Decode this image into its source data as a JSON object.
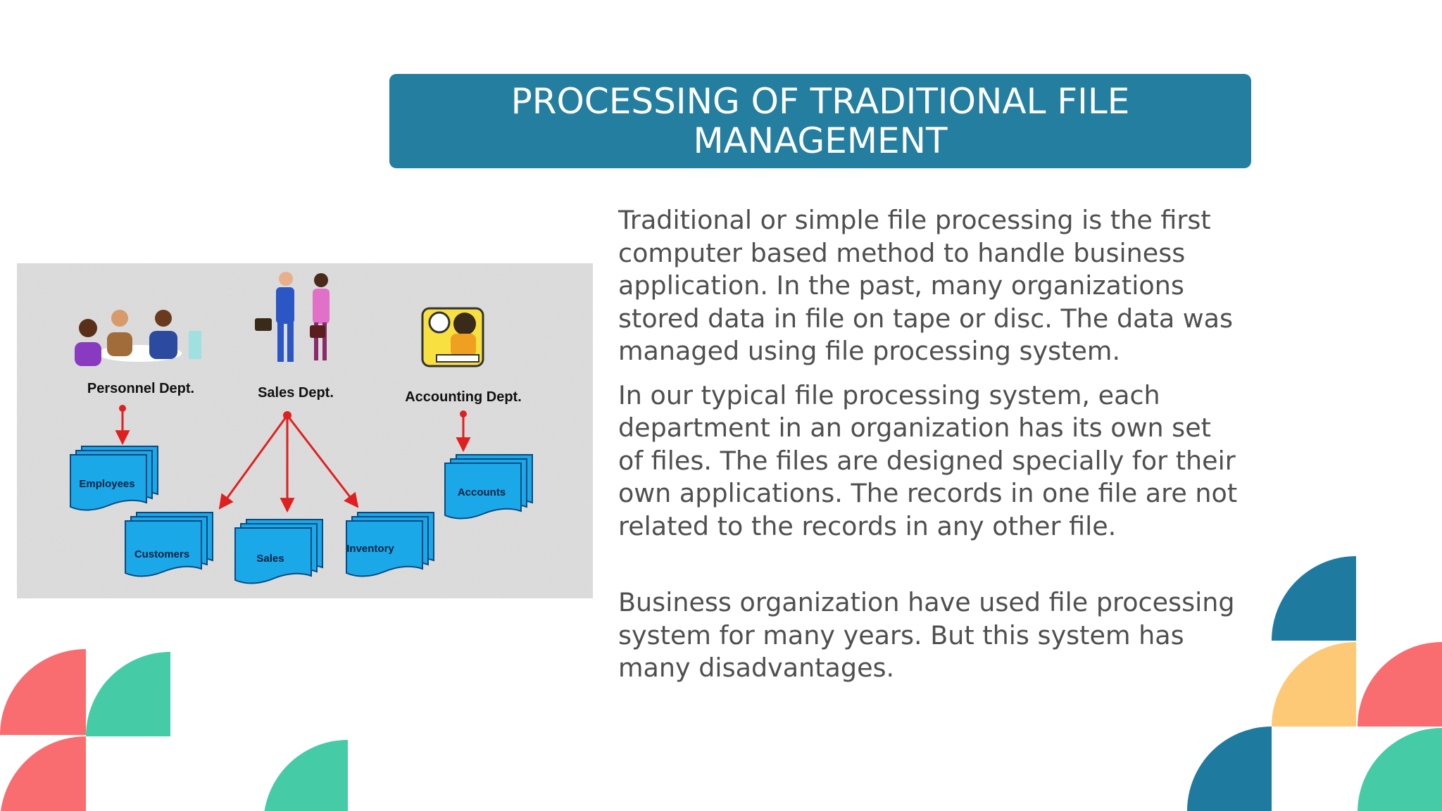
{
  "slide": {
    "title": "PROCESSING OF TRADITIONAL FILE MANAGEMENT",
    "paragraphs": [
      "Traditional or simple file processing is the first computer based method to handle business application. In the past, many organizations stored data in file on tape or disc. The data was managed using file processing system.",
      "In our typical file processing system, each department in an organization has its own set of files. The files are designed specially for their own applications. The records in one file are not related to the records in any other file.",
      "Business organization have used file processing system for many years. But this system has many disadvantages."
    ]
  },
  "figure": {
    "departments": [
      "Personnel Dept.",
      "Sales Dept.",
      "Accounting Dept."
    ],
    "files": [
      "Employees",
      "Customers",
      "Sales",
      "Inventory",
      "Accounts"
    ]
  },
  "colors": {
    "title_bg": "#237ea0",
    "text": "#4f4f4f",
    "file_fill": "#1aa8e8",
    "arrow": "#e02020",
    "deco_red": "#f96c6f",
    "deco_green": "#45cba5",
    "deco_blue": "#1f7aa0",
    "deco_yellow": "#fdc977"
  }
}
